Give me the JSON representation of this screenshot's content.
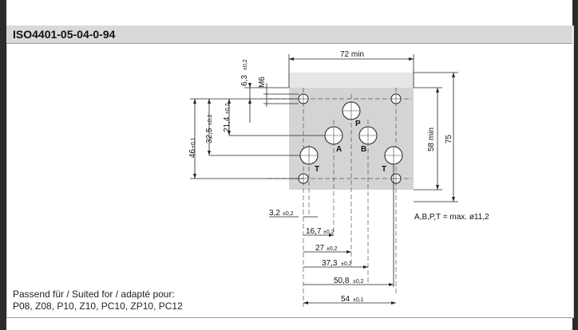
{
  "header": {
    "title": "ISO4401-05-04-0-94"
  },
  "drawing": {
    "dims": {
      "width_min": "72 min",
      "depth_min": "58 min",
      "depth": "75",
      "thread": "M6",
      "t_6_3": "6,3",
      "t_6_3_tol": "±0,2",
      "t_46": "46",
      "t_46_tol": "±0,1",
      "t_32_5": "32,5",
      "t_32_5_tol": "±0,2",
      "t_21_4": "21,4",
      "t_21_4_tol": "±0,2",
      "b_3_2": "3,2",
      "b_3_2_tol": "±0,2",
      "b_16_7": "16,7",
      "b_16_7_tol": "±0,2",
      "b_27": "27",
      "b_27_tol": "±0,2",
      "b_37_3": "37,3",
      "b_37_3_tol": "±0,2",
      "b_50_8": "50,8",
      "b_50_8_tol": "±0,2",
      "b_54": "54",
      "b_54_tol": "±0,1"
    },
    "ports": {
      "P": "P",
      "A": "A",
      "B": "B",
      "T1": "T",
      "T2": "T"
    },
    "note": "A,B,P,T = max. ø11,2"
  },
  "footer": {
    "line1": "Passend für / Suited for / adapté pour:",
    "line2": "P08, Z08, P10, Z10, PC10, ZP10, PC12"
  },
  "colors": {
    "plate": "#d4d4d4",
    "header": "#d9d9d9",
    "line": "#222222"
  }
}
